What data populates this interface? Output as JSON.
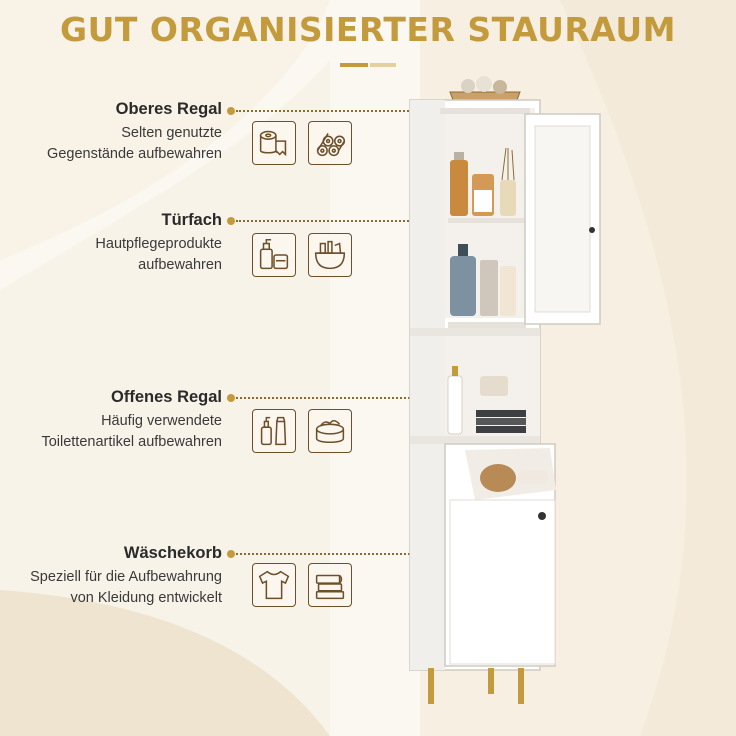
{
  "title": "GUT ORGANISIERTER STAURAUM",
  "colors": {
    "accent": "#c49b3c",
    "accent_light": "#e3cfa0",
    "background": "#f6efe2",
    "icon_stroke": "#6d4f2a"
  },
  "features": [
    {
      "heading": "Oberes Regal",
      "desc1": "Selten genutzte",
      "desc2": "Gegenstände aufbewahren",
      "icons": [
        "toilet-paper-roll-icon",
        "stacked-rolls-icon"
      ]
    },
    {
      "heading": "Türfach",
      "desc1": "Hautpflegeprodukte",
      "desc2": "aufbewahren",
      "icons": [
        "lotion-bottles-icon",
        "cosmetic-bag-icon"
      ]
    },
    {
      "heading": "Offenes Regal",
      "desc1": "Häufig verwendete",
      "desc2": "Toilettenartikel aufbewahren",
      "icons": [
        "tube-bottle-icon",
        "cream-jar-icon"
      ]
    },
    {
      "heading": "Wäschekorb",
      "desc1": "Speziell für die Aufbewahrung",
      "desc2": "von Kleidung entwickelt",
      "icons": [
        "tshirt-icon",
        "folded-towels-icon"
      ]
    }
  ]
}
